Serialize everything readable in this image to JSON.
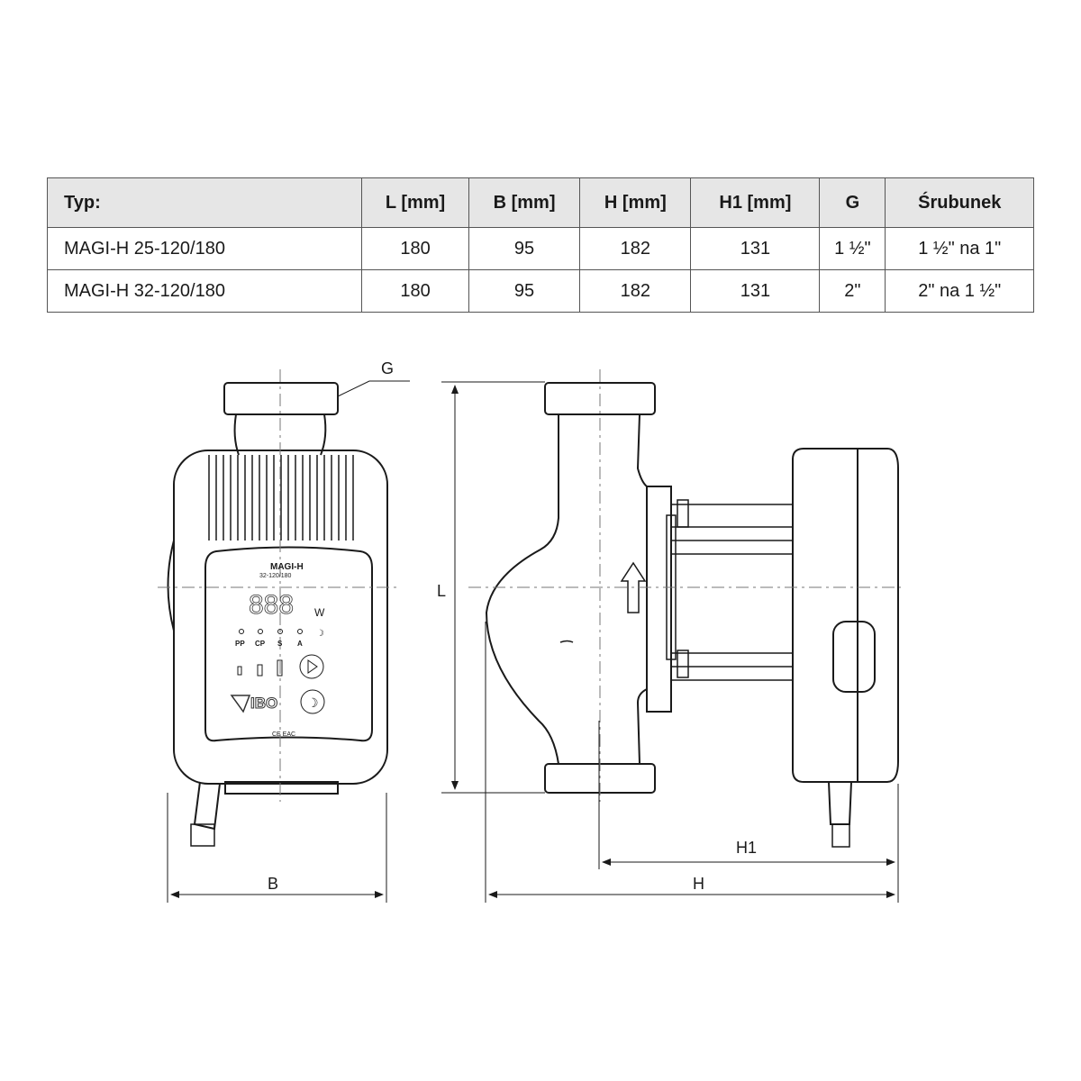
{
  "table": {
    "headers": [
      "Typ:",
      "L [mm]",
      "B [mm]",
      "H [mm]",
      "H1 [mm]",
      "G",
      "Śrubunek"
    ],
    "rows": [
      [
        "MAGI-H 25-120/180",
        "180",
        "95",
        "182",
        "131",
        "1 ½\"",
        "1 ½\" na 1\""
      ],
      [
        "MAGI-H 32-120/180",
        "180",
        "95",
        "182",
        "131",
        "2\"",
        "2\" na 1 ½\""
      ]
    ]
  },
  "dimensions": {
    "g": "G",
    "l": "L",
    "b": "B",
    "h": "H",
    "h1": "H1"
  },
  "panel": {
    "model": "MAGI-H",
    "variant": "32-120/180",
    "display": "888",
    "unit": "W",
    "modes": [
      "PP",
      "CP",
      "S",
      "A"
    ],
    "brand": "IBO",
    "marks": "CE EAC"
  }
}
